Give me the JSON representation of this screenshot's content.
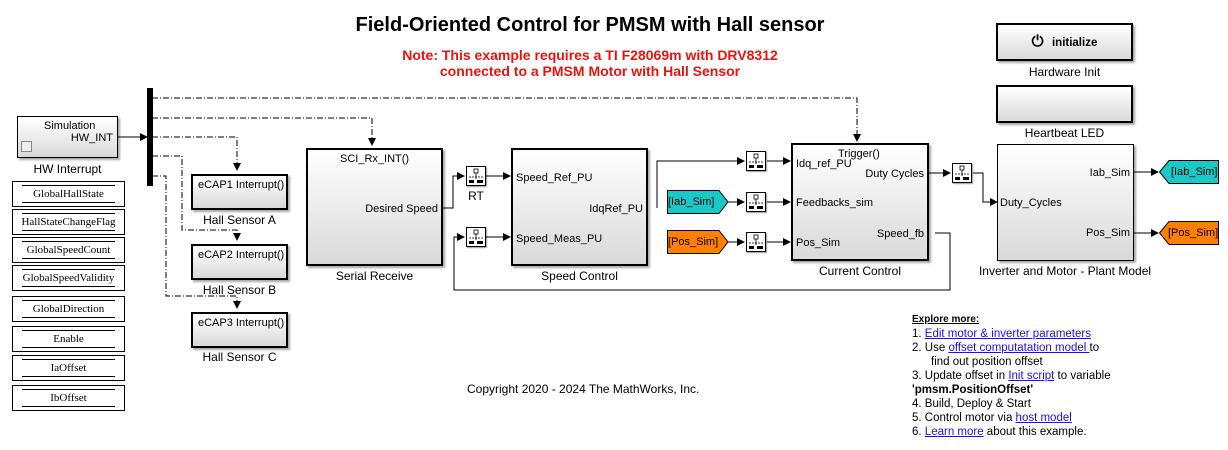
{
  "header": {
    "title": "Field-Oriented Control for PMSM with Hall sensor",
    "note_line1": "Note: This example requires a TI F28069m with DRV8312",
    "note_line2": "connected to a PMSM Motor with Hall Sensor"
  },
  "colors": {
    "note": "#e8140c",
    "goto_iab": "#1ac8c8",
    "goto_pos": "#ff7f00",
    "link": "#1a0dff"
  },
  "hw_interrupt": {
    "caption": "HW Interrupt",
    "inner_label": "Simulation",
    "port_out": "HW_INT"
  },
  "data_stores": [
    "GlobalHallState",
    "HallStateChangeFlag",
    "GlobalSpeedCount",
    "GlobalSpeedValidity",
    "GlobalDirection",
    "Enable",
    "IaOffset",
    "IbOffset"
  ],
  "hall_sensors": [
    {
      "caption": "Hall Sensor A",
      "trigger": "eCAP1 Interrupt()"
    },
    {
      "caption": "Hall Sensor B",
      "trigger": "eCAP2 Interrupt()"
    },
    {
      "caption": "Hall Sensor C",
      "trigger": "eCAP3 Interrupt()"
    }
  ],
  "serial_receive": {
    "caption": "Serial Receive",
    "trigger": "SCI_Rx_INT()",
    "port_out": "Desired Speed"
  },
  "rt_block": {
    "caption": "RT"
  },
  "speed_control": {
    "caption": "Speed Control",
    "port_in1": "Speed_Ref_PU",
    "port_in2": "Speed_Meas_PU",
    "port_out": "IdqRef_PU"
  },
  "current_control": {
    "caption": "Current Control",
    "trigger": "Trigger()",
    "port_in1": "Idq_ref_PU",
    "port_in2": "Feedbacks_sim",
    "port_in3": "Pos_Sim",
    "port_out1": "Duty Cycles",
    "port_out2": "Speed_fb"
  },
  "from_tags": {
    "iab": "[Iab_Sim]",
    "pos": "[Pos_Sim]"
  },
  "plant": {
    "caption": "Inverter and Motor - Plant Model",
    "port_in": "Duty_Cycles",
    "port_out1": "Iab_Sim",
    "port_out2": "Pos_Sim"
  },
  "goto_tags": {
    "iab": "[Iab_Sim]",
    "pos": "[Pos_Sim]"
  },
  "hardware_init": {
    "caption": "Hardware Init",
    "button_label": "initialize",
    "icon": "power-icon"
  },
  "heartbeat": {
    "caption": "Heartbeat LED"
  },
  "copyright": "Copyright 2020 - 2024 The MathWorks, Inc.",
  "explore": {
    "heading": "Explore more:",
    "step1_prefix": "1. ",
    "step1_link": "Edit motor & inverter parameters",
    "step2_prefix": "2. Use ",
    "step2_link": "offset computatation model ",
    "step2_suffix": "to",
    "step2_cont": "find out position offset",
    "step3_prefix": "3. Update offset in ",
    "step3_link": "Init script",
    "step3_suffix": " to variable",
    "step3_var": "'pmsm.PositionOffset'",
    "step4": "4. Build, Deploy & Start",
    "step5_prefix": "5. Control motor via ",
    "step5_link": "host model",
    "step6_link": "Learn more",
    "step6_suffix": " about this example.",
    "step6_prefix": "6. "
  }
}
